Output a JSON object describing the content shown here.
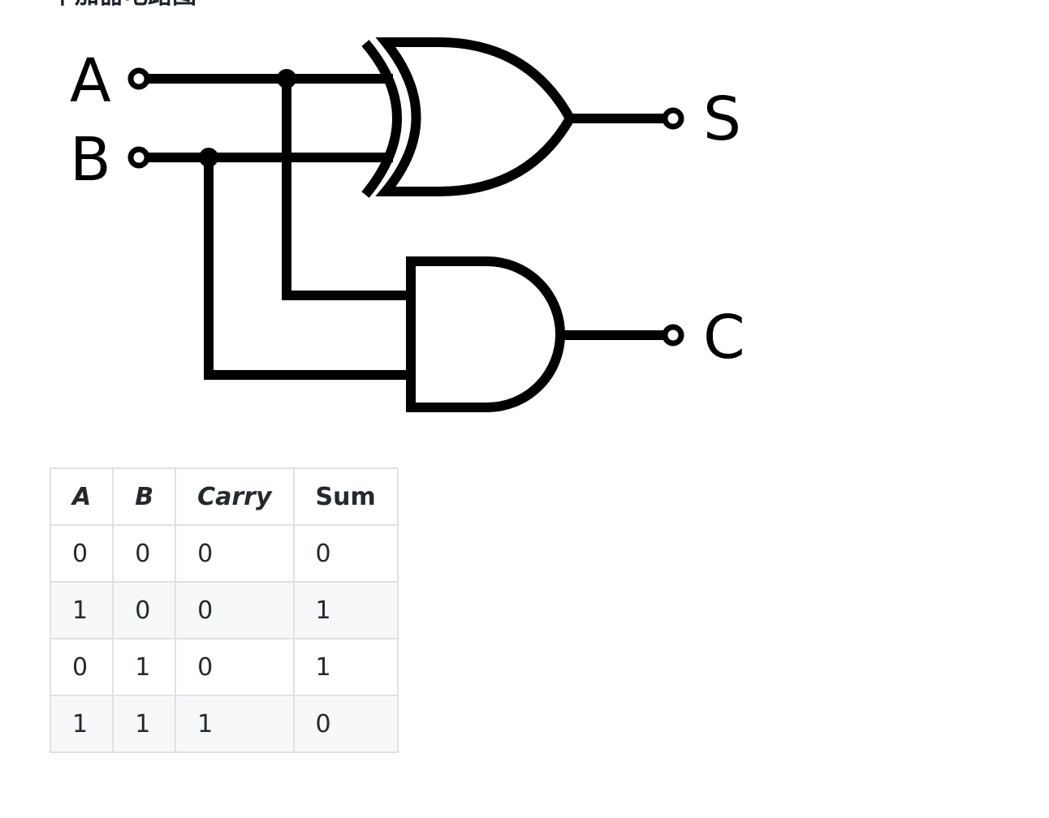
{
  "page": {
    "title": "半加器电路图"
  },
  "diagram": {
    "inputs": [
      {
        "id": "A",
        "label": "A"
      },
      {
        "id": "B",
        "label": "B"
      }
    ],
    "outputs": [
      {
        "id": "S",
        "label": "S"
      },
      {
        "id": "C",
        "label": "C"
      }
    ],
    "gates": [
      {
        "type": "XOR",
        "inputs": [
          "A",
          "B"
        ],
        "output": "S"
      },
      {
        "type": "AND",
        "inputs": [
          "A",
          "B"
        ],
        "output": "C"
      }
    ]
  },
  "truth_table": {
    "headers": [
      "A",
      "B",
      "Carry",
      "Sum"
    ],
    "rows": [
      [
        "0",
        "0",
        "0",
        "0"
      ],
      [
        "1",
        "0",
        "0",
        "1"
      ],
      [
        "0",
        "1",
        "0",
        "1"
      ],
      [
        "1",
        "1",
        "1",
        "0"
      ]
    ]
  }
}
